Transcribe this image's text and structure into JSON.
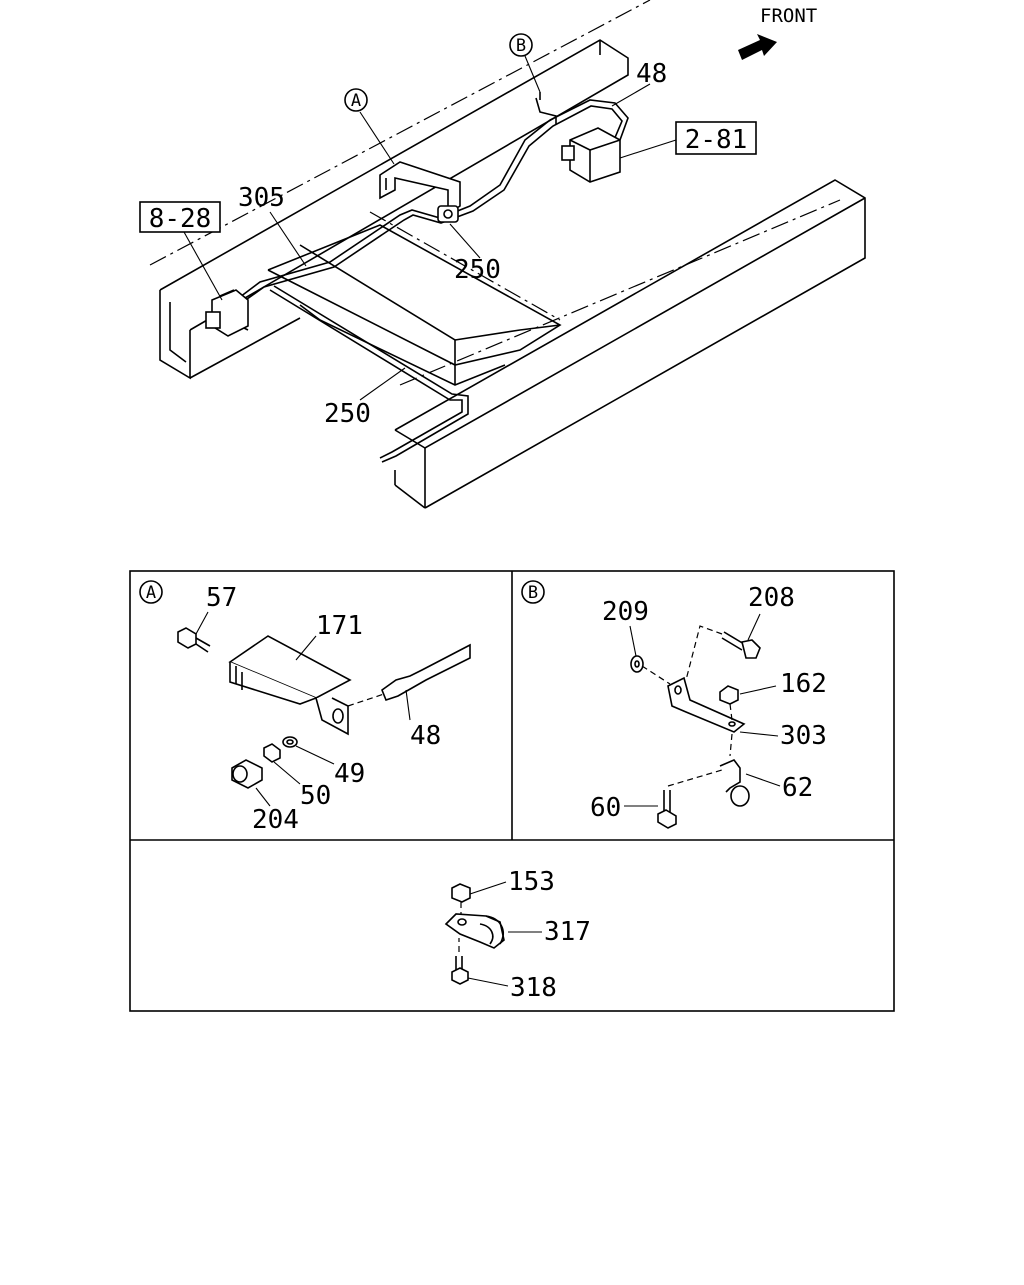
{
  "front_label": "FRONT",
  "callouts": {
    "A": "A",
    "B": "B",
    "n48": "48",
    "n2_81": "2-81",
    "n305": "305",
    "n8_28": "8-28",
    "n250a": "250",
    "n250b": "250"
  },
  "detail_a": {
    "tag": "A",
    "labels": {
      "n57": "57",
      "n171": "171",
      "n48": "48",
      "n49": "49",
      "n50": "50",
      "n204": "204"
    }
  },
  "detail_b": {
    "tag": "B",
    "labels": {
      "n209": "209",
      "n208": "208",
      "n162": "162",
      "n303": "303",
      "n62": "62",
      "n60": "60"
    }
  },
  "detail_c": {
    "labels": {
      "n153": "153",
      "n317": "317",
      "n318": "318"
    }
  }
}
